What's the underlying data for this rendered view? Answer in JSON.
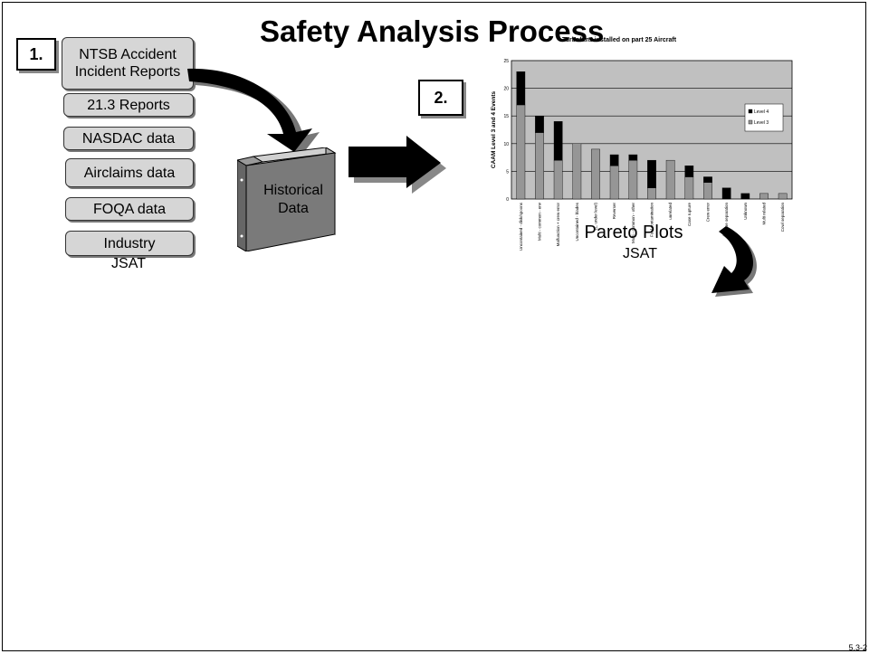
{
  "slide": {
    "title": "Safety Analysis Process",
    "step1_label": "1.",
    "step2_label": "2.",
    "sources": [
      "NTSB Accident Incident Reports",
      "21.3 Reports",
      "NASDAC data",
      "Airclaims data",
      "FOQA data",
      "Industry"
    ],
    "jsat_left": "JSAT",
    "binder_label": "Historical Data",
    "pareto_caption": "Pareto Plots",
    "jsat_right": "JSAT",
    "footer": "5.3-2"
  },
  "chart_data": {
    "type": "bar",
    "stacked": true,
    "title": "Turbofans installed on part 25 Aircraft",
    "xlabel": "",
    "ylabel": "CAAM Level 3 and 4 Events",
    "ylim": [
      0,
      25
    ],
    "yticks": [
      "0",
      "5",
      "10",
      "15",
      "20",
      "25"
    ],
    "grid": true,
    "legend_position": "right",
    "categories": [
      "Uncontained - disk/spoons",
      "Multi - common - env",
      "Malfunction + crew error",
      "Uncontained - blades",
      "(L. under level)",
      "Reverser",
      "Multi - common - other",
      "Fuel contamination",
      "unrelated",
      "Case rupture",
      "Crew error",
      "Engine separation",
      "Unknown",
      "Multi related",
      "Cowl separation"
    ],
    "series": [
      {
        "name": "Level 3",
        "values": [
          17,
          12,
          7,
          10,
          9,
          6,
          7,
          2,
          7,
          4,
          3,
          0,
          0,
          1,
          1
        ],
        "color": "#969696"
      },
      {
        "name": "Level 4",
        "values": [
          6,
          3,
          7,
          0,
          0,
          2,
          1,
          5,
          0,
          2,
          1,
          2,
          1,
          0,
          0
        ],
        "color": "#000000"
      }
    ]
  }
}
